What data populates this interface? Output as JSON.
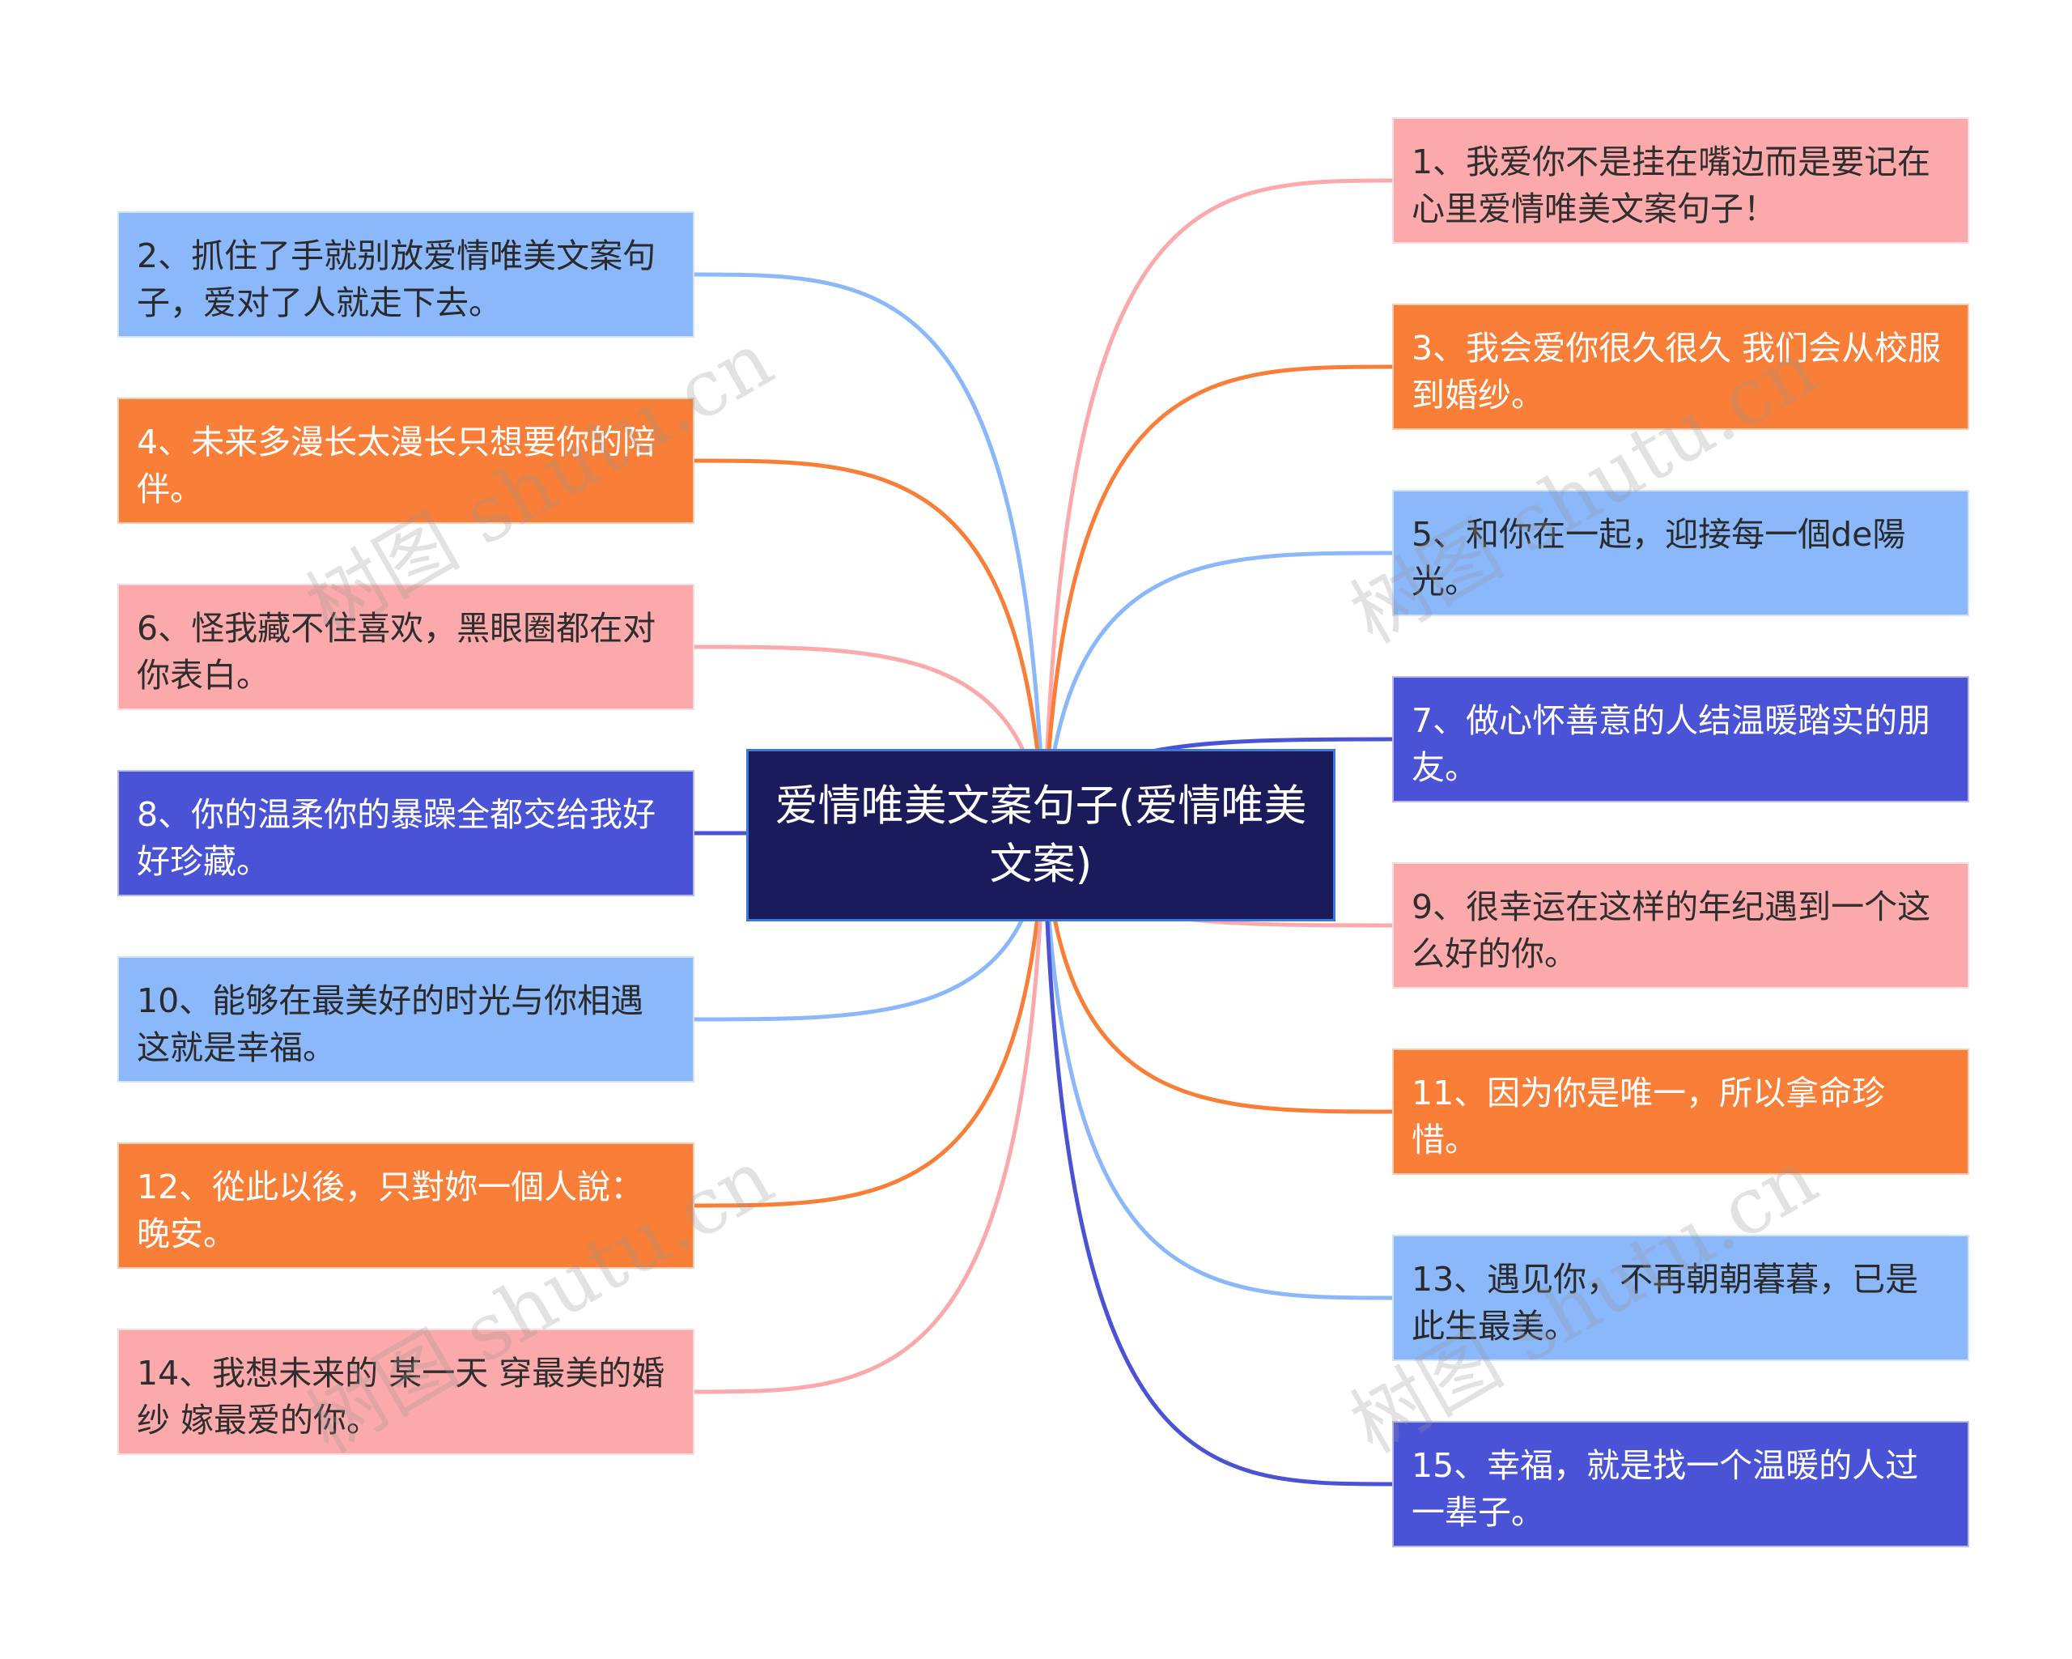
{
  "center": {
    "title": "爱情唯美文案句子(爱情唯美文案)"
  },
  "colors": {
    "pink": "#fba9aa",
    "orange": "#f97e37",
    "blue": "#8bb7fb",
    "indigo": "#4a53d5",
    "center": "#1b1a5a"
  },
  "left_nodes": [
    {
      "text": "2、抓住了手就别放爱情唯美文案句子，爱对了人就走下去。",
      "color": "blue"
    },
    {
      "text": "4、未来多漫长太漫长只想要你的陪伴。",
      "color": "orange"
    },
    {
      "text": "6、怪我藏不住喜欢，黑眼圈都在对你表白。",
      "color": "pink"
    },
    {
      "text": "8、你的温柔你的暴躁全都交给我好好珍藏。",
      "color": "indigo"
    },
    {
      "text": "10、能够在最美好的时光与你相遇这就是幸福。",
      "color": "blue"
    },
    {
      "text": "12、從此以後，只對妳一個人說：晚安。",
      "color": "orange"
    },
    {
      "text": "14、我想未来的 某一天 穿最美的婚纱 嫁最爱的你。",
      "color": "pink"
    }
  ],
  "right_nodes": [
    {
      "text": "1、我爱你不是挂在嘴边而是要记在心里爱情唯美文案句子！",
      "color": "pink"
    },
    {
      "text": "3、我会爱你很久很久 我们会从校服到婚纱。",
      "color": "orange"
    },
    {
      "text": "5、和你在一起，迎接每一個de陽光。",
      "color": "blue"
    },
    {
      "text": "7、做心怀善意的人结温暖踏实的朋友。",
      "color": "indigo"
    },
    {
      "text": "9、很幸运在这样的年纪遇到一个这么好的你。",
      "color": "pink"
    },
    {
      "text": "11、因为你是唯一，所以拿命珍惜。",
      "color": "orange"
    },
    {
      "text": "13、遇见你，不再朝朝暮暮，已是此生最美。",
      "color": "blue"
    },
    {
      "text": "15、幸福，就是找一个温暖的人过一辈子。",
      "color": "indigo"
    }
  ],
  "watermark": "树图 shutu.cn"
}
